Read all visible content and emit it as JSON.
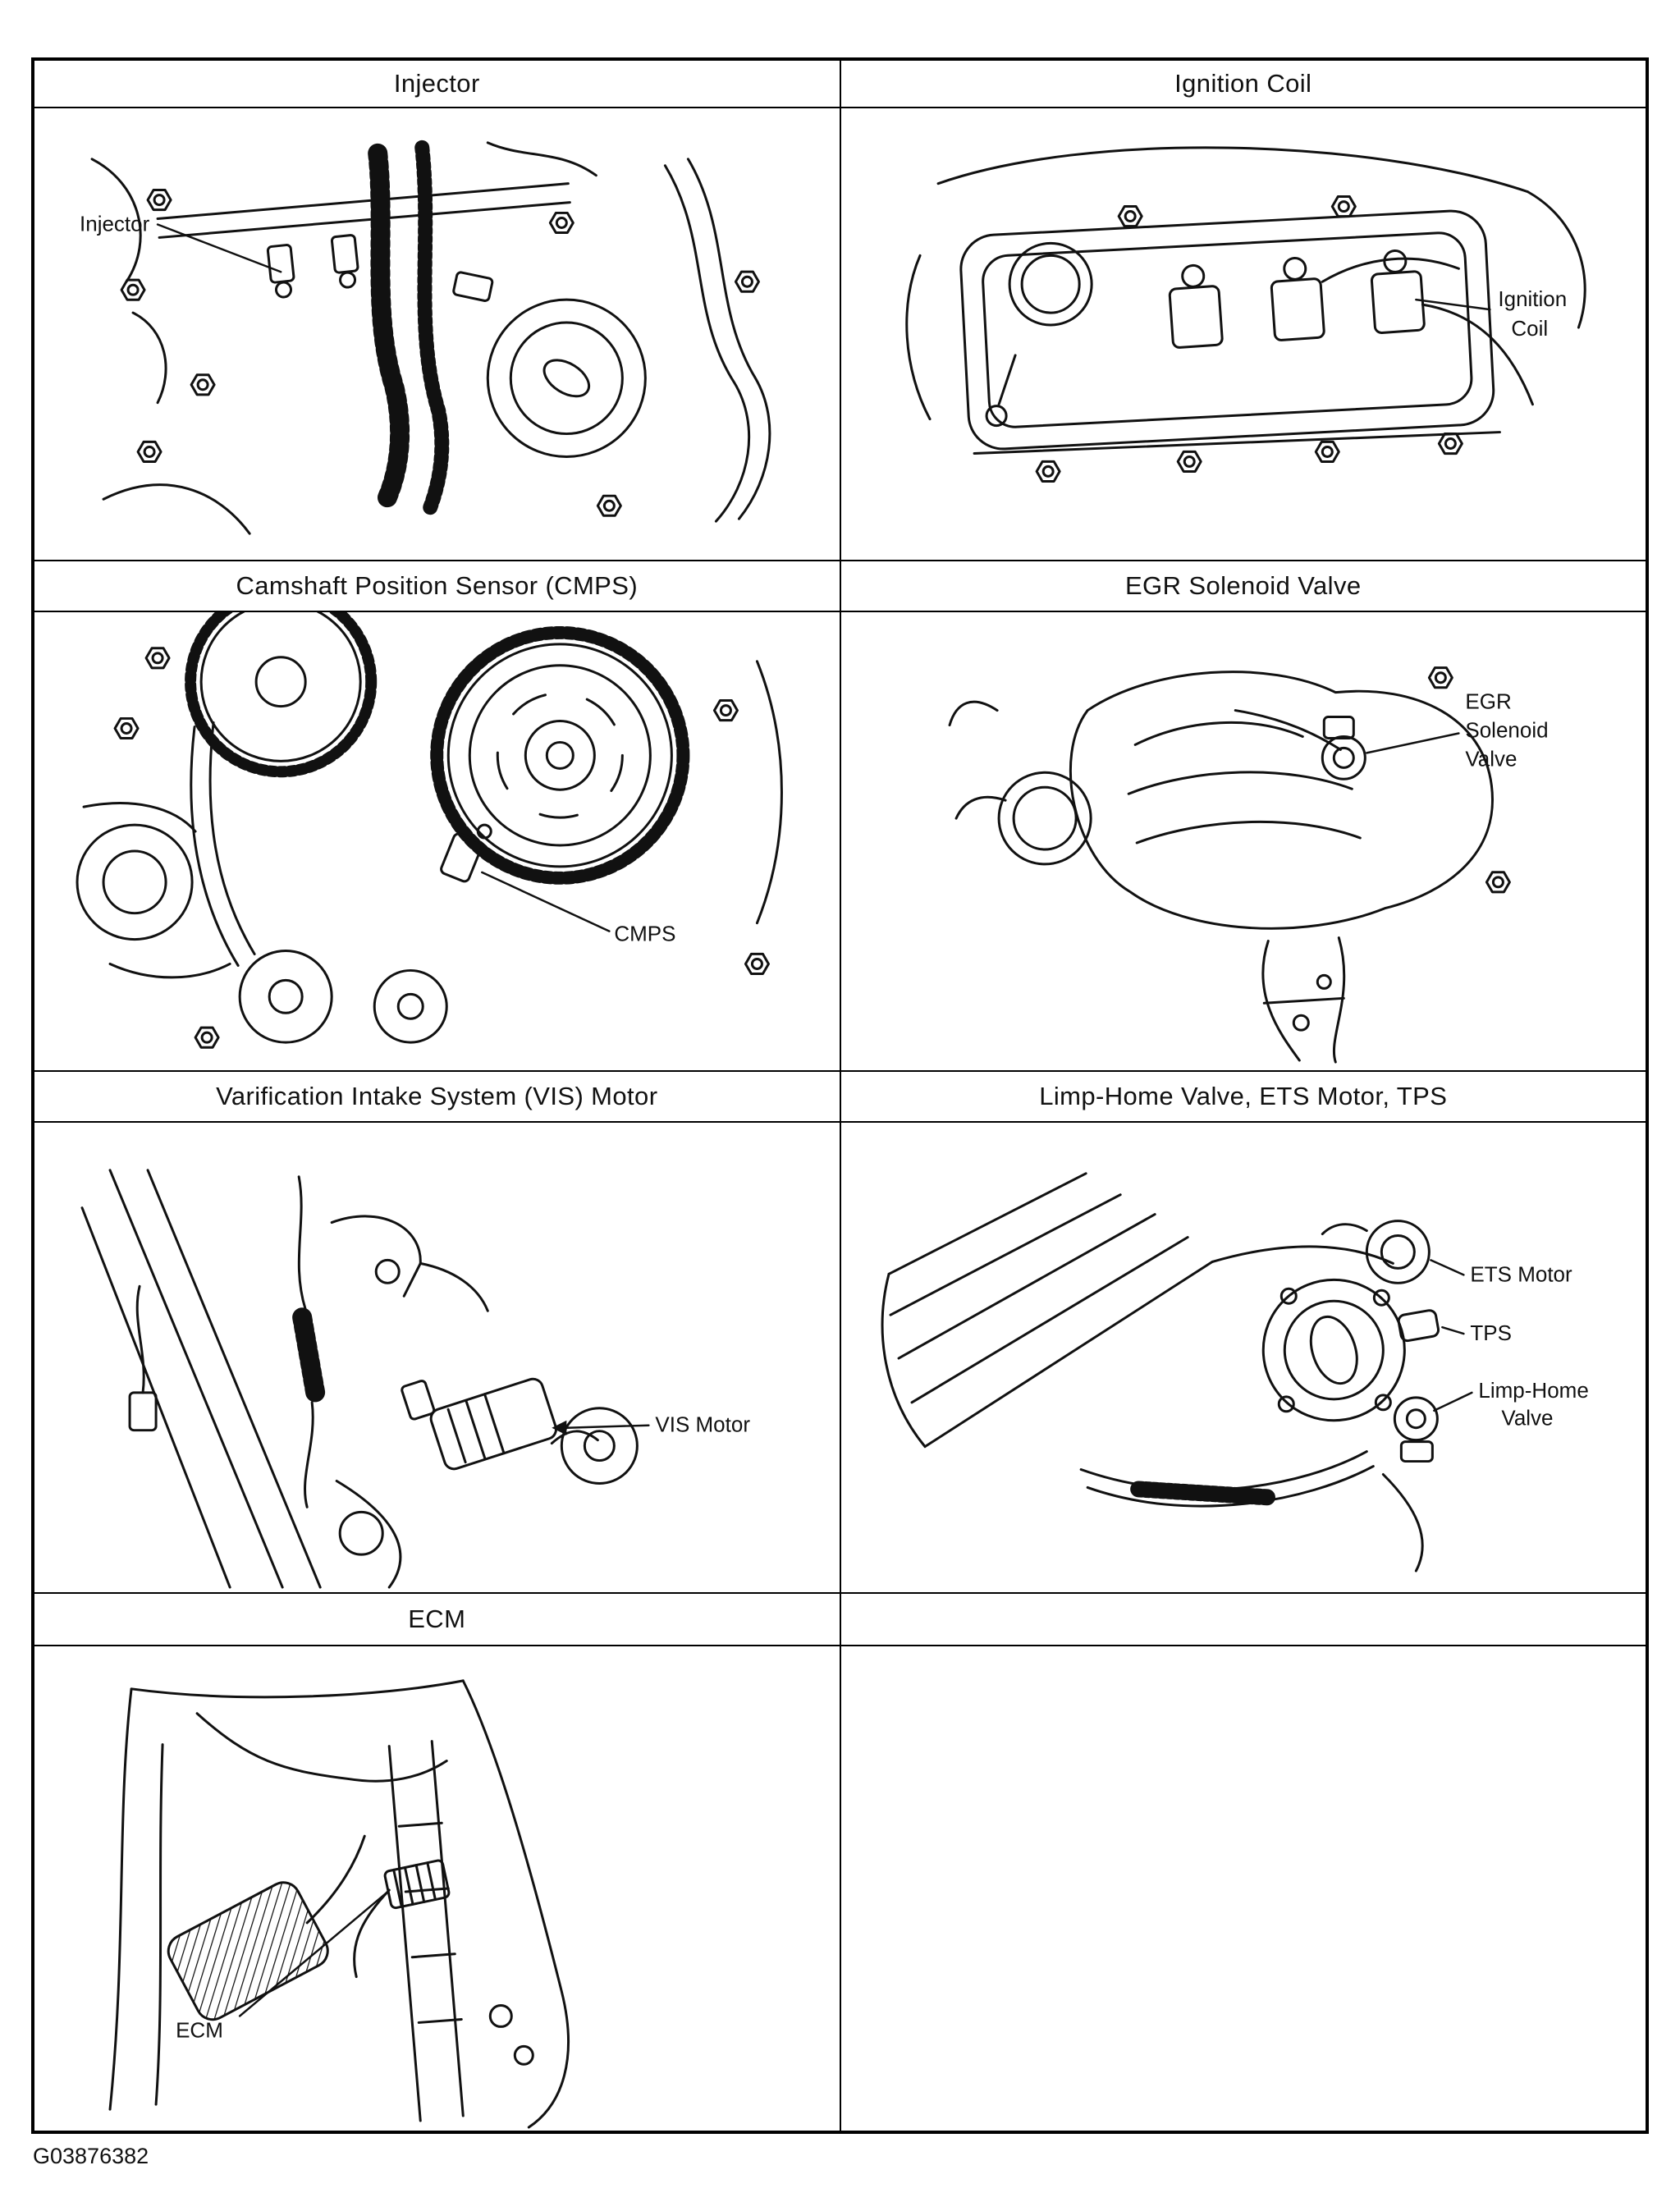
{
  "document": {
    "figure_code": "G03876382",
    "ink_color": "#111111",
    "background_color": "#ffffff"
  },
  "cells": [
    {
      "title": "Injector",
      "callouts": [
        {
          "lines": [
            "Injector"
          ]
        }
      ]
    },
    {
      "title": "Ignition Coil",
      "callouts": [
        {
          "lines": [
            "Ignition",
            "Coil"
          ]
        }
      ]
    },
    {
      "title": "Camshaft Position Sensor (CMPS)",
      "callouts": [
        {
          "lines": [
            "CMPS"
          ]
        }
      ]
    },
    {
      "title": "EGR Solenoid Valve",
      "callouts": [
        {
          "lines": [
            "EGR",
            "Solenoid",
            "Valve"
          ]
        }
      ]
    },
    {
      "title": "Varification Intake System (VIS) Motor",
      "callouts": [
        {
          "lines": [
            "VIS Motor"
          ]
        }
      ]
    },
    {
      "title": "Limp-Home Valve, ETS Motor, TPS",
      "callouts": [
        {
          "lines": [
            "ETS Motor"
          ]
        },
        {
          "lines": [
            "TPS"
          ]
        },
        {
          "lines": [
            "Limp-Home",
            "Valve"
          ]
        }
      ]
    },
    {
      "title": "ECM",
      "callouts": [
        {
          "lines": [
            "ECM"
          ]
        }
      ]
    },
    {
      "title": "",
      "callouts": []
    }
  ]
}
